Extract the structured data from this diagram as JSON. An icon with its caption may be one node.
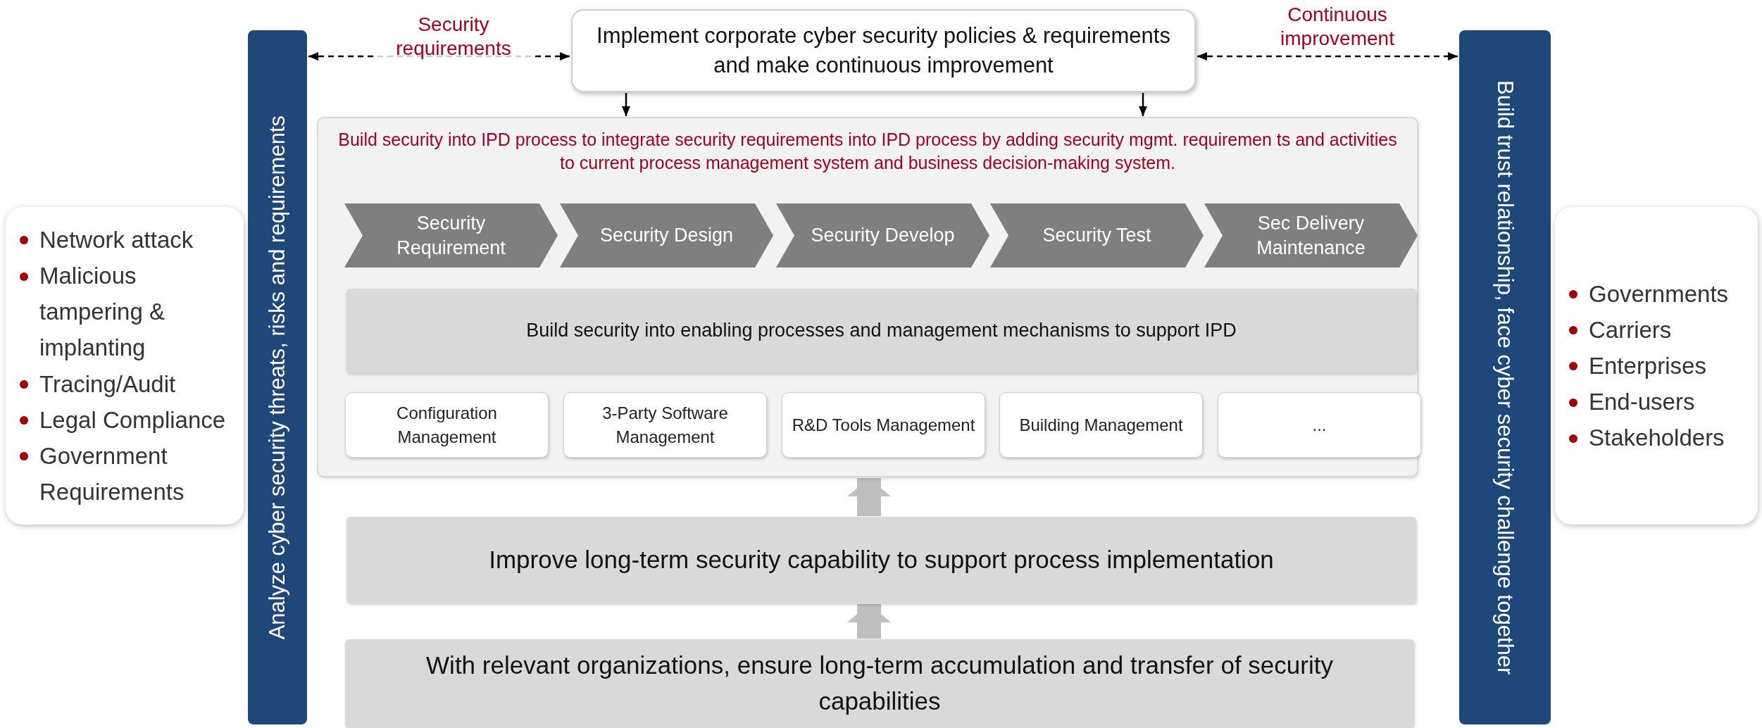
{
  "diagram": {
    "nodes": [
      {
        "text": [
          "Implement corporate cyber security policies & requirements and make continuous improvement"
        ]
      },
      {
        "text": [
          "Analyze  cyber security threats, risks and requirements"
        ]
      },
      {
        "text": [
          "Build trust relationship, face cyber security challenge together"
        ]
      },
      {
        "text": [
          "Network attack",
          "Malicious tampering & implanting",
          "Tracing/Audit",
          "Legal Compliance",
          "Government Requirements"
        ]
      },
      {
        "text": [
          "Governments",
          "Carriers",
          "Enterprises",
          "End-users",
          "Stakeholders"
        ]
      },
      {
        "text": [
          "Build security into IPD process to integrate security requirements into IPD process by adding security mgmt. requiremen ts and activities to current process management system and business decision-making system."
        ]
      },
      {
        "text": [
          "Security Requirement"
        ],
        "in": 5
      },
      {
        "text": [
          "Security Design"
        ],
        "in": 5
      },
      {
        "text": [
          "Security Develop"
        ],
        "in": 5
      },
      {
        "text": [
          "Security Test"
        ],
        "in": 5
      },
      {
        "text": [
          "Sec  Delivery Maintenance"
        ],
        "in": 5
      },
      {
        "text": [
          "Build security into enabling processes and management mechanisms to support IPD"
        ],
        "in": 5
      },
      {
        "text": [
          "Configuration Management"
        ],
        "in": 5
      },
      {
        "text": [
          "3-Party Software Management"
        ],
        "in": 5
      },
      {
        "text": [
          "R&D Tools Management"
        ],
        "in": 5
      },
      {
        "text": [
          "Building Management"
        ],
        "in": 5
      },
      {
        "text": [
          "..."
        ],
        "in": 5
      },
      {
        "text": [
          "Improve long-term security capability to support process implementation"
        ]
      },
      {
        "text": [
          "With relevant organizations, ensure long-term accumulation and transfer of security capabilities"
        ]
      }
    ],
    "edges": [
      {
        "from": 1,
        "to": 0,
        "arrow": "both",
        "style": "dashed",
        "label": "Security requirements"
      },
      {
        "from": 0,
        "to": 2,
        "arrow": "both",
        "style": "dashed",
        "label": "Continuous improvement"
      },
      {
        "from": 0,
        "to": 5,
        "arrow": "to"
      },
      {
        "from": 0,
        "to": 5,
        "arrow": "to"
      },
      {
        "from": 17,
        "to": 5,
        "arrow": "to",
        "style": "thick",
        "color": "#bfbfbf"
      },
      {
        "from": 18,
        "to": 17,
        "arrow": "to",
        "style": "thick",
        "color": "#bfbfbf"
      }
    ]
  }
}
